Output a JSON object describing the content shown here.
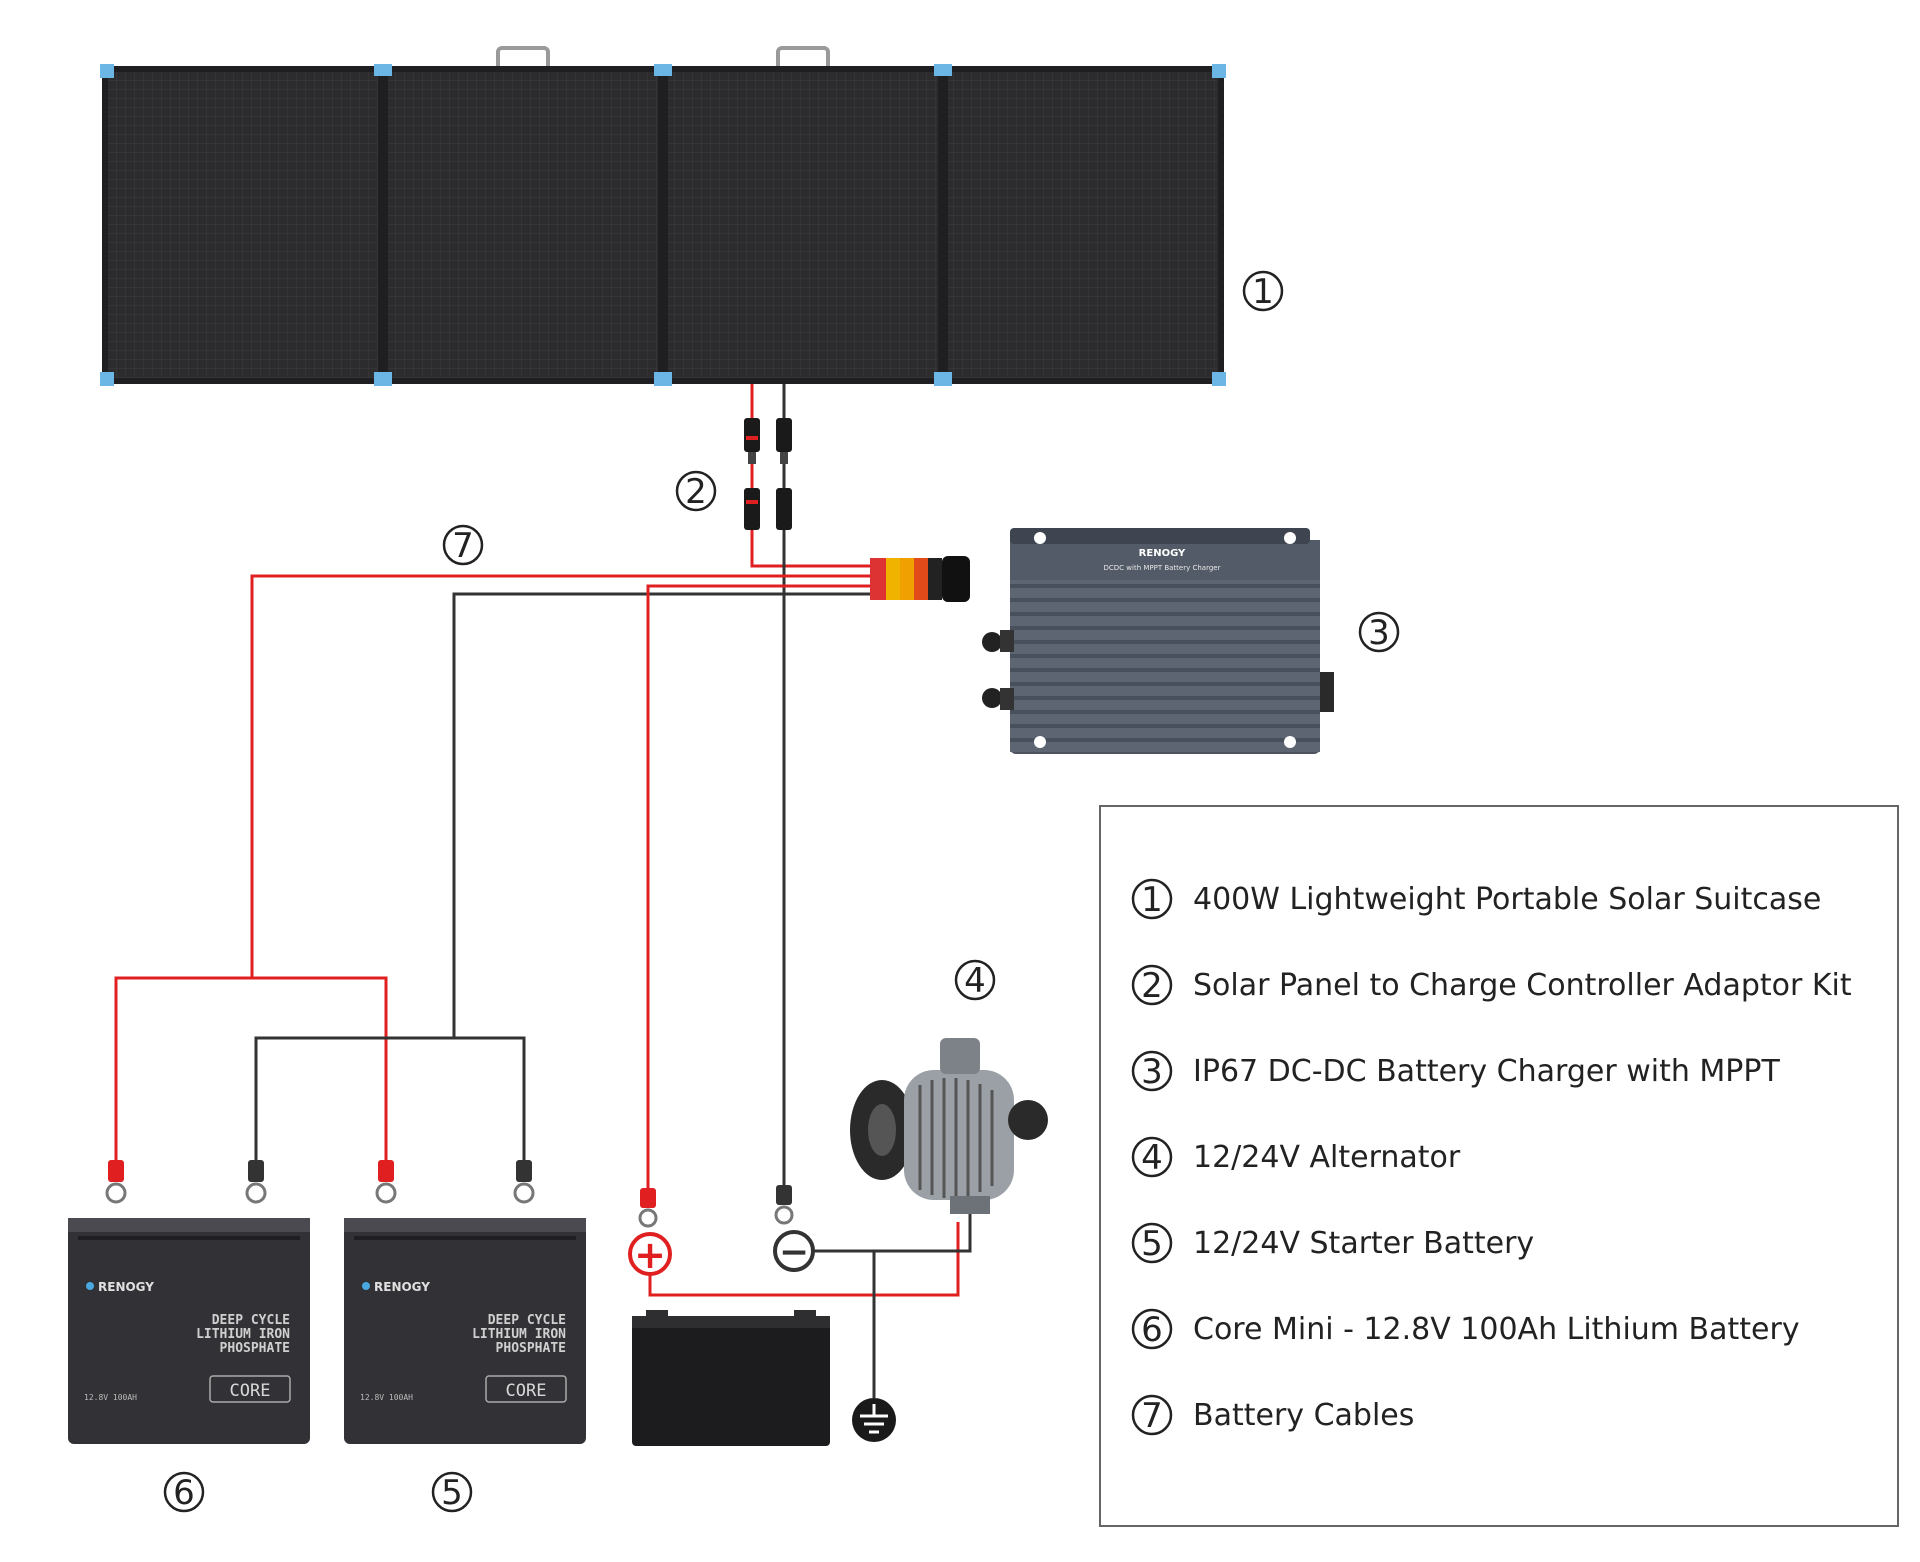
{
  "callouts": {
    "solar": "1",
    "adaptor": "2",
    "charger": "3",
    "alternator": "4",
    "starter": "5",
    "core_mini": "6",
    "cables": "7"
  },
  "legend": {
    "items": [
      {
        "num": "1",
        "label": "400W Lightweight Portable Solar Suitcase"
      },
      {
        "num": "2",
        "label": "Solar Panel to Charge Controller Adaptor Kit"
      },
      {
        "num": "3",
        "label": "IP67 DC-DC Battery Charger with MPPT"
      },
      {
        "num": "4",
        "label": "12/24V Alternator"
      },
      {
        "num": "5",
        "label": "12/24V Starter Battery"
      },
      {
        "num": "6",
        "label": "Core Mini - 12.8V 100Ah Lithium Battery"
      },
      {
        "num": "7",
        "label": "Battery Cables"
      }
    ]
  },
  "charger": {
    "brand": "RENOGY",
    "model": "DCDC with MPPT Battery Charger"
  },
  "battery": {
    "brand": "RENOGY",
    "line1": "DEEP CYCLE",
    "line2": "LITHIUM IRON",
    "line3": "PHOSPHATE",
    "spec": "12.8V 100AH",
    "badge": "CORE"
  },
  "symbols": {
    "plus": "+",
    "minus": "−"
  },
  "colors": {
    "positive": "#e02020",
    "negative": "#333333",
    "panel": "#2a2a2c",
    "corner": "#6cb6e6",
    "charger": "#5b6270"
  }
}
